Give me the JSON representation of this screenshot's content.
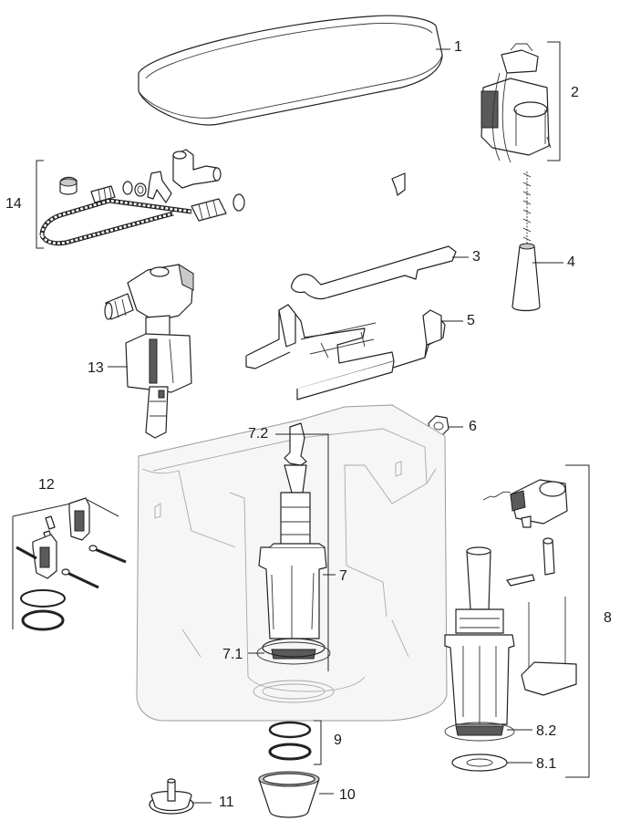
{
  "labels": {
    "p1": "1",
    "p2": "2",
    "p3": "3",
    "p4": "4",
    "p5": "5",
    "p6": "6",
    "p7": "7",
    "p7_1": "7.1",
    "p7_2": "7.2",
    "p8": "8",
    "p8_1": "8.1",
    "p8_2": "8.2",
    "p9": "9",
    "p10": "10",
    "p11": "11",
    "p12": "12",
    "p13": "13",
    "p14": "14"
  }
}
